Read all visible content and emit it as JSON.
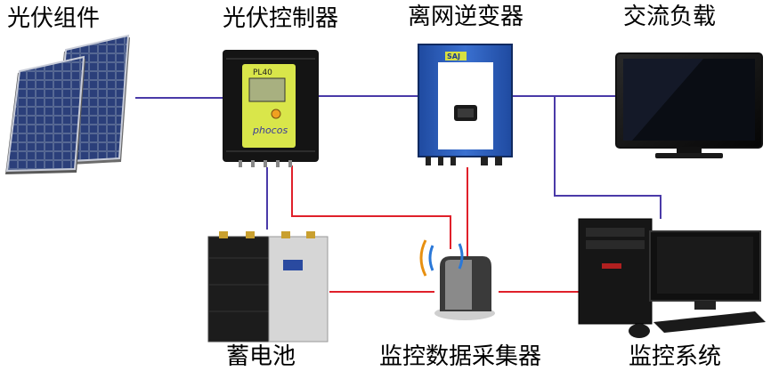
{
  "labels": {
    "pv_module": "光伏组件",
    "pv_controller": "光伏控制器",
    "inverter": "离网逆变器",
    "ac_load": "交流负载",
    "battery": "蓄电池",
    "collector": "监控数据采集器",
    "monitor": "监控系统"
  },
  "device_text": {
    "controller_model": "PL40",
    "controller_brand": "phocos",
    "inverter_brand": "SAJ"
  },
  "colors": {
    "power_line": "#4a3aa8",
    "data_line": "#e0202a",
    "panel_cell": "#1a2a5a",
    "inverter_blue": "#2a5ab8"
  },
  "icons": [
    "solar-panel-icon",
    "charge-controller-icon",
    "inverter-icon",
    "tv-icon",
    "battery-icon",
    "wifi-router-icon",
    "desktop-computer-icon"
  ]
}
